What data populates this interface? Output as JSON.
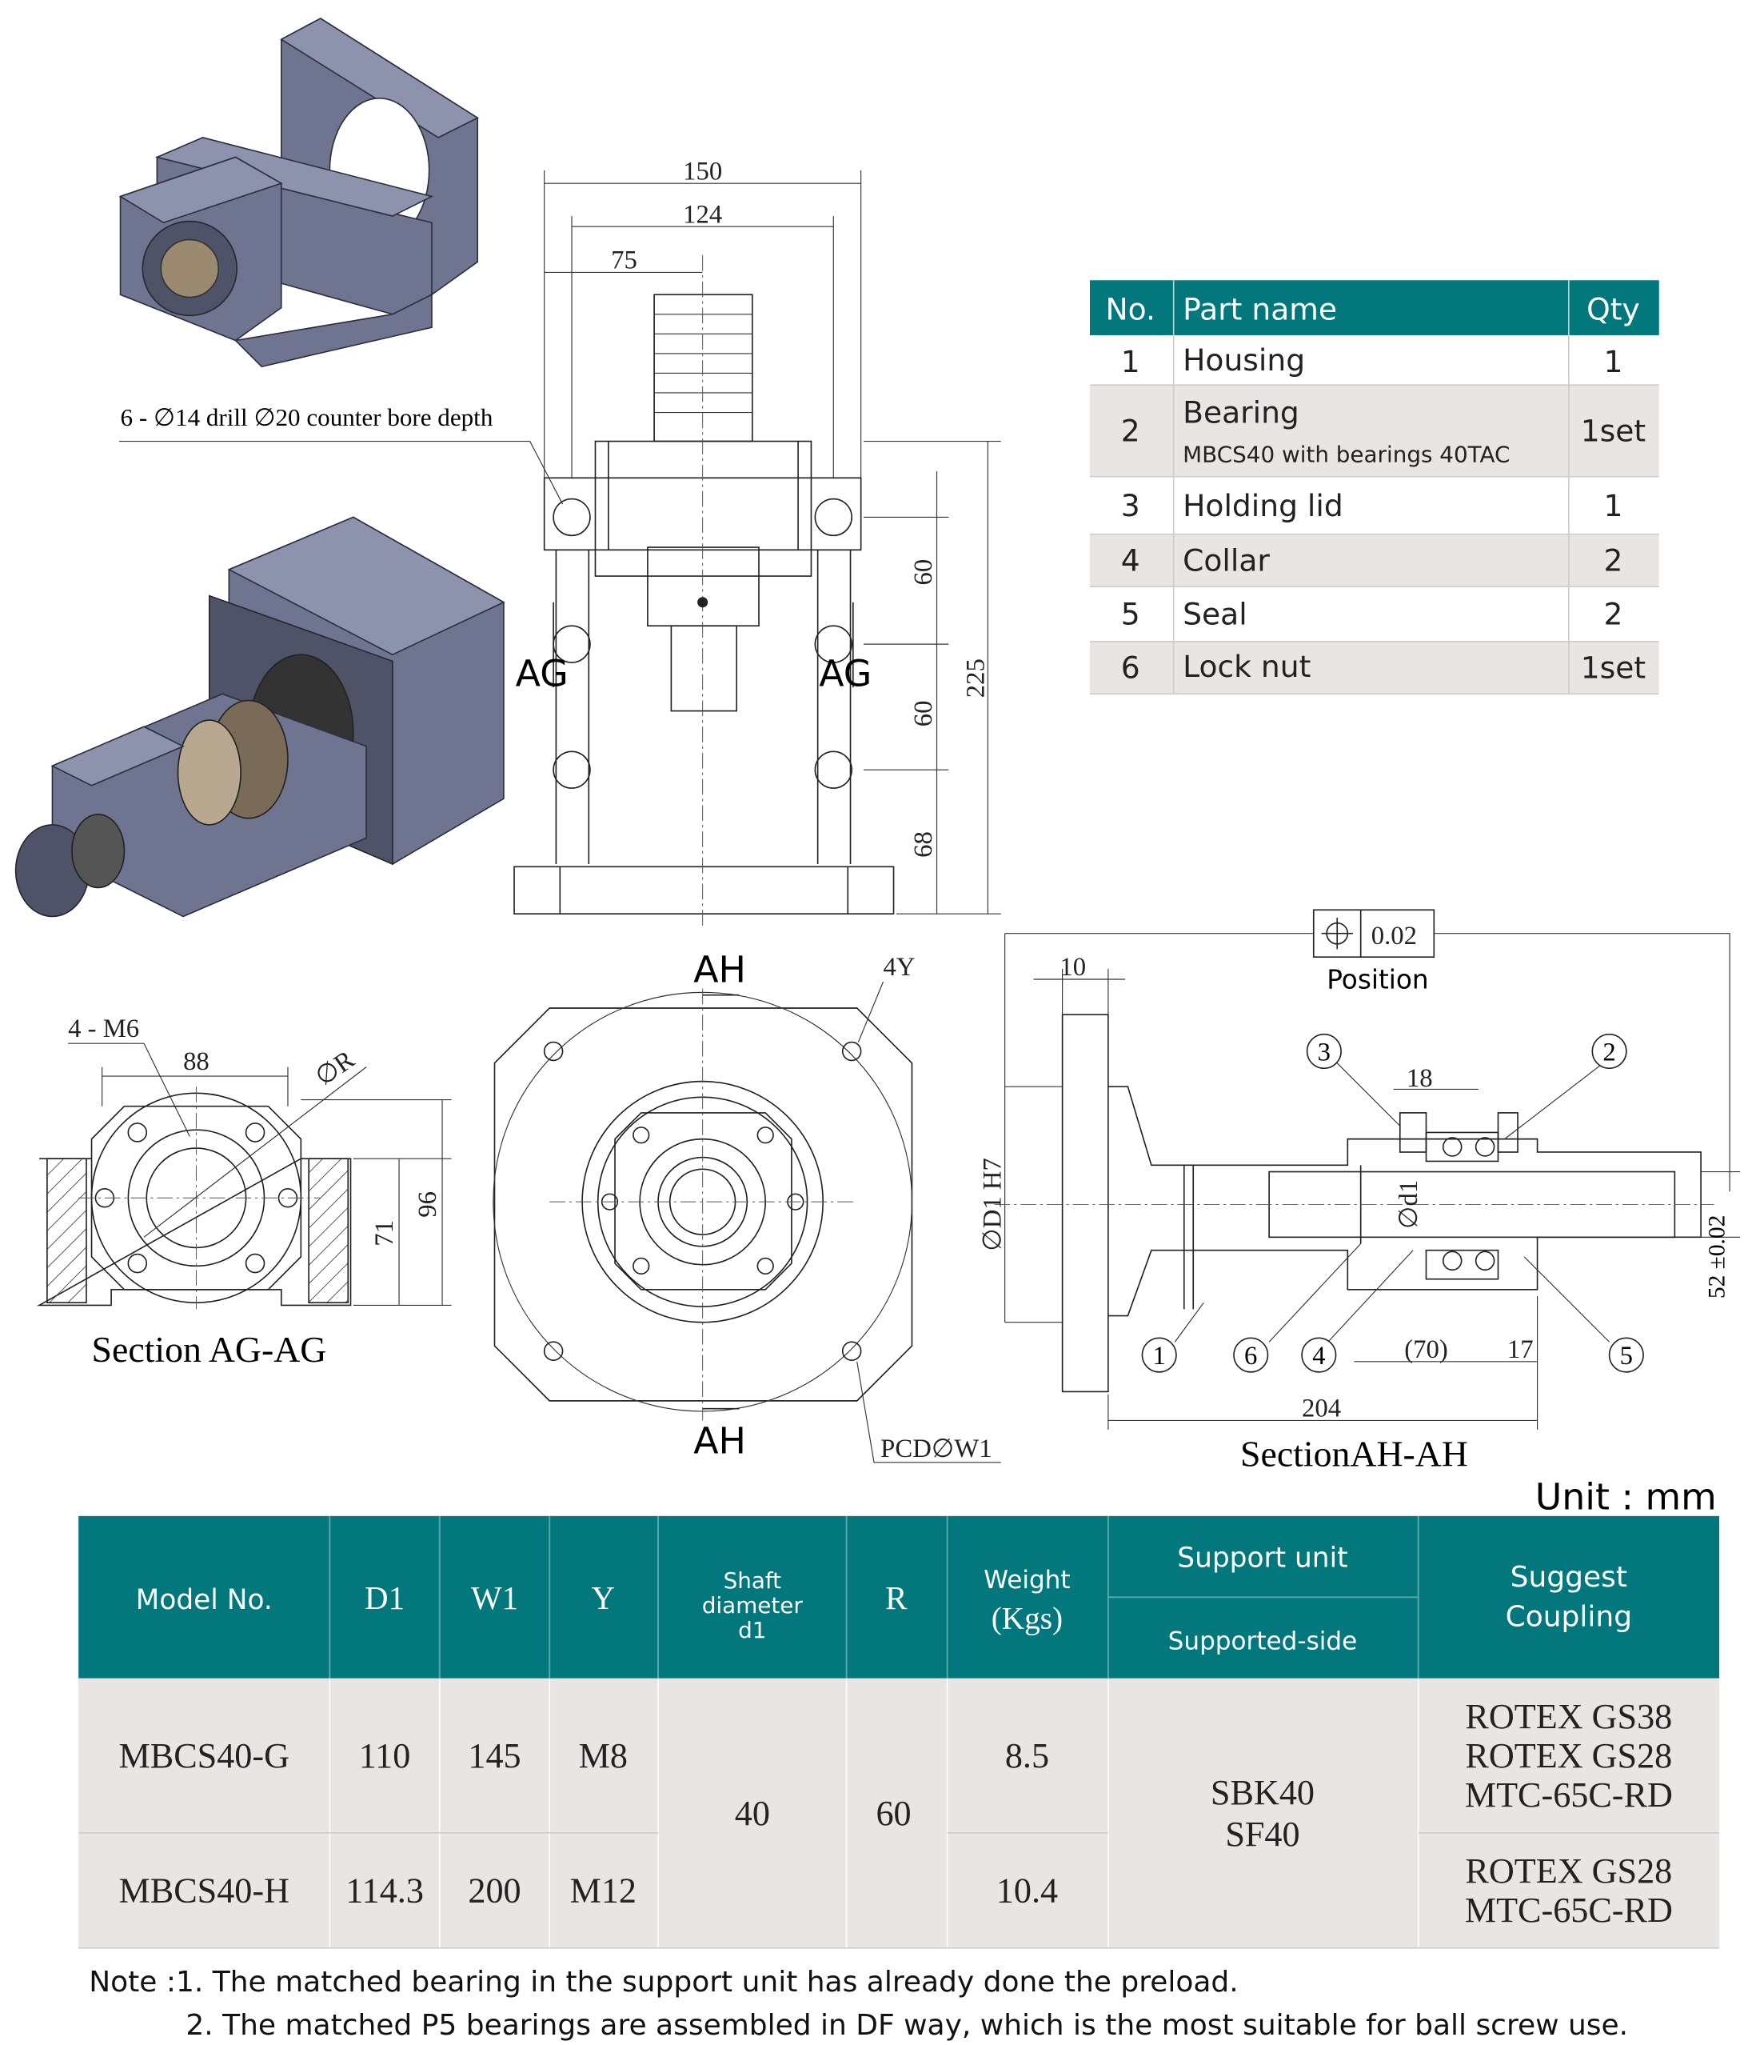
{
  "colors": {
    "header_teal": "#02787c",
    "row_shade": "#e9e5e3",
    "part_color": "#6f7590"
  },
  "drawing": {
    "dim_150": "150",
    "dim_124": "124",
    "dim_75": "75",
    "drill_note": "6 - ∅14 drill ∅20 counter bore depth",
    "dim_60a": "60",
    "dim_60b": "60",
    "dim_68": "68",
    "dim_225": "225",
    "section_ag_left": "AG",
    "section_ag_right": "AG",
    "m6_label": "4 - M6",
    "dim_88": "88",
    "radius_label": "∅R",
    "dim_71": "71",
    "dim_96": "96",
    "section_ag_title": "Section AG-AG",
    "section_ah_top": "AH",
    "section_ah_bottom": "AH",
    "label_4y": "4Y",
    "pcd_label": "PCD∅W1",
    "tolerance_value": "0.02",
    "tolerance_label": "Position",
    "dim_10": "10",
    "d1_h7": "∅D1 H7",
    "dim_18": "18",
    "d1_small": "∅d1",
    "dim_52": "52 ±0.02",
    "dim_70": "(70)",
    "dim_17": "17",
    "dim_204": "204",
    "section_ah_title": "SectionAH-AH",
    "balloons": [
      "1",
      "2",
      "3",
      "4",
      "5",
      "6"
    ]
  },
  "parts_table": {
    "headers": [
      "No.",
      "Part name",
      "Qty"
    ],
    "rows": [
      {
        "no": "1",
        "name": "Housing",
        "sub": "",
        "qty": "1"
      },
      {
        "no": "2",
        "name": "Bearing",
        "sub": "MBCS40 with bearings 40TAC",
        "qty": "1set"
      },
      {
        "no": "3",
        "name": "Holding lid",
        "sub": "",
        "qty": "1"
      },
      {
        "no": "4",
        "name": "Collar",
        "sub": "",
        "qty": "2"
      },
      {
        "no": "5",
        "name": "Seal",
        "sub": "",
        "qty": "2"
      },
      {
        "no": "6",
        "name": "Lock nut",
        "sub": "",
        "qty": "1set"
      }
    ]
  },
  "unit_label": "Unit : mm",
  "spec_table": {
    "headers": {
      "model": "Model No.",
      "d1": "D1",
      "w1": "W1",
      "y": "Y",
      "shaft": [
        "Shaft",
        "diameter",
        "d1"
      ],
      "r": "R",
      "weight": [
        "Weight",
        "(Kgs)"
      ],
      "support_unit": "Support unit",
      "supported_side": "Supported-side",
      "coupling": [
        "Suggest",
        "Coupling"
      ]
    },
    "rows": [
      {
        "model": "MBCS40-G",
        "d1": "110",
        "w1": "145",
        "y": "M8",
        "weight": "8.5",
        "coupling": [
          "ROTEX  GS38",
          "ROTEX  GS28",
          "MTC-65C-RD"
        ]
      },
      {
        "model": "MBCS40-H",
        "d1": "114.3",
        "w1": "200",
        "y": "M12",
        "weight": "10.4",
        "coupling": [
          "ROTEX  GS28",
          "MTC-65C-RD"
        ]
      }
    ],
    "shared": {
      "shaft": "40",
      "r": "60",
      "supported_side": [
        "SBK40",
        "SF40"
      ]
    }
  },
  "notes": [
    "Note :1. The matched bearing in the support unit has already done the preload.",
    "2. The matched P5 bearings are assembled in DF way, which is the most suitable for ball screw use."
  ]
}
